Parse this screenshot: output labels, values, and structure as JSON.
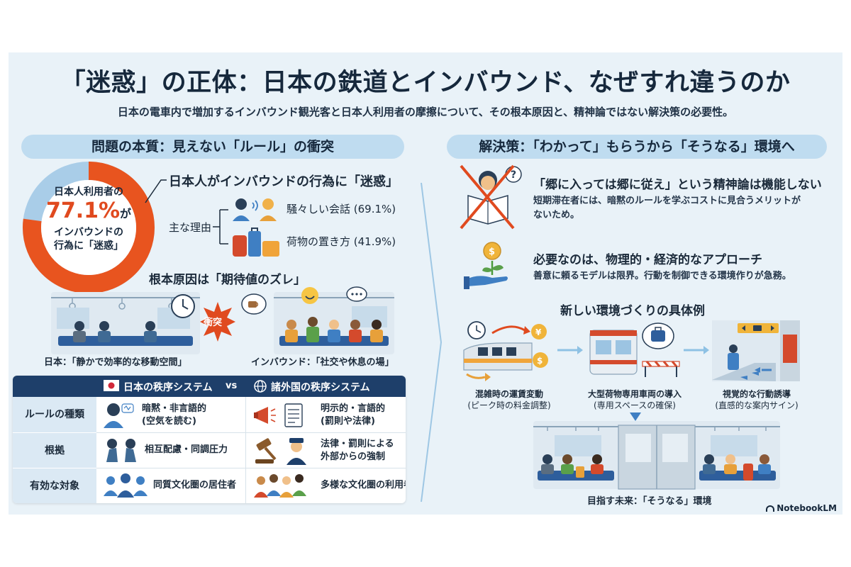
{
  "title": "「迷惑」の正体：日本の鉄道とインバウンド、なぜすれ違うのか",
  "subtitle": "日本の電車内で増加するインバウンド観光客と日本人利用者の摩擦について、その根本原因と、精神論ではない解決策の必要性。",
  "left": {
    "banner": "問題の本質：見えない「ルール」の衝突",
    "donut": {
      "line1": "日本人利用者の",
      "percent": "77.1%",
      "percent_suffix": "が",
      "line3": "インバウンドの",
      "line4": "行為に「迷惑」",
      "value": 77.1
    },
    "heading": "日本人がインバウンドの行為に「迷惑」",
    "reasons_label": "主な理由",
    "reasons": [
      {
        "label": "騒々しい会話 (69.1%)"
      },
      {
        "label": "荷物の置き方 (41.9%)"
      }
    ],
    "root_cause": "根本原因は「期待値のズレ」",
    "clash": "衝突",
    "japan_caption": "日本：「静かで効率的な移動空間」",
    "inbound_caption": "インバウンド：「社交や休息の場」",
    "table": {
      "col1": "日本の秩序システム",
      "vs": "vs",
      "col2": "諸外国の秩序システム",
      "rows": [
        {
          "label": "ルールの種類",
          "jp": [
            "暗黙・非言語的",
            "(空気を読む)"
          ],
          "foreign": [
            "明示的・言語的",
            "(罰則や法律)"
          ]
        },
        {
          "label": "根拠",
          "jp": [
            "相互配慮・同調圧力"
          ],
          "foreign": [
            "法律・罰則による",
            "外部からの強制"
          ]
        },
        {
          "label": "有効な対象",
          "jp": [
            "同質文化圏の居住者"
          ],
          "foreign": [
            "多様な文化圏の利用者"
          ]
        }
      ]
    }
  },
  "right": {
    "banner": "解決策：「わかって」もらうから「そうなる」環境へ",
    "point1": {
      "heading": "「郷に入っては郷に従え」という精神論は機能しない",
      "body": [
        "短期滞在者には、暗黙のルールを学ぶコストに見合うメリットが",
        "ないため。"
      ]
    },
    "point2": {
      "heading": "必要なのは、物理的・経済的なアプローチ",
      "body": [
        "善意に頼るモデルは限界。行動を制御できる環境作りが急務。"
      ]
    },
    "examples_title": "新しい環境づくりの具体例",
    "examples": [
      {
        "line1": "混雑時の運賃変動",
        "line2": "(ピーク時の料金調整)"
      },
      {
        "line1": "大型荷物専用車両の導入",
        "line2": "(専用スペースの確保)"
      },
      {
        "line1": "視覚的な行動誘導",
        "line2": "(直感的な案内サイン)"
      }
    ],
    "future_caption": "目指す未来：「そうなる」環境"
  },
  "brand": "NotebookLM",
  "colors": {
    "navy": "#1e3f6a",
    "accent_orange": "#e04a1f",
    "banner_blue": "#bfdcf0",
    "canvas": "#e9f2f8"
  }
}
